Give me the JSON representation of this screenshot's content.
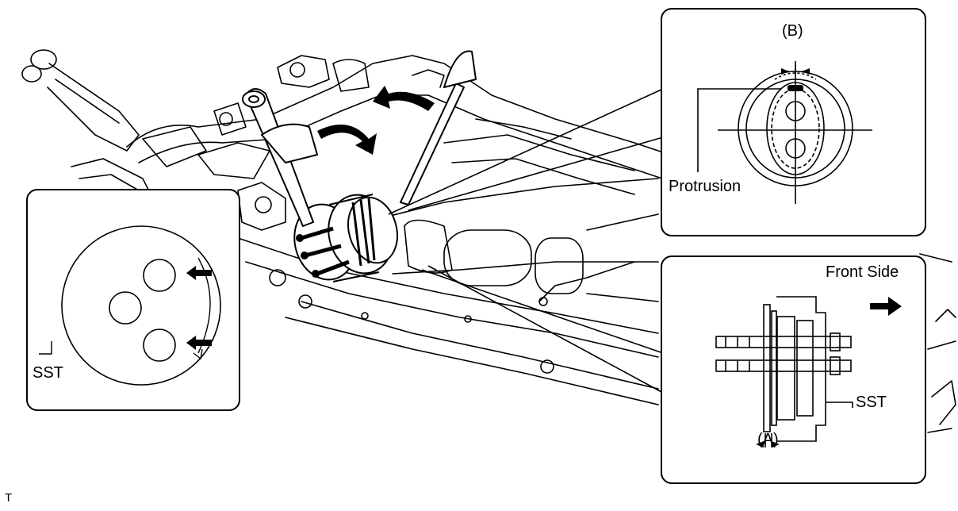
{
  "labels": {
    "detail_b": "(B)",
    "protrusion": "Protrusion",
    "front_side": "Front Side",
    "sst_right": "SST",
    "detail_a": "(A)",
    "sst_left": "SST",
    "corner_mark": "T"
  },
  "colors": {
    "line": "#000000",
    "background": "#ffffff",
    "arrow_fill": "#000000"
  },
  "icons": {
    "rotation_arrows": "curved-arrow-icon",
    "push_arrows": "solid-arrow-icon",
    "direction_arrow": "front-direction-arrow-icon"
  }
}
